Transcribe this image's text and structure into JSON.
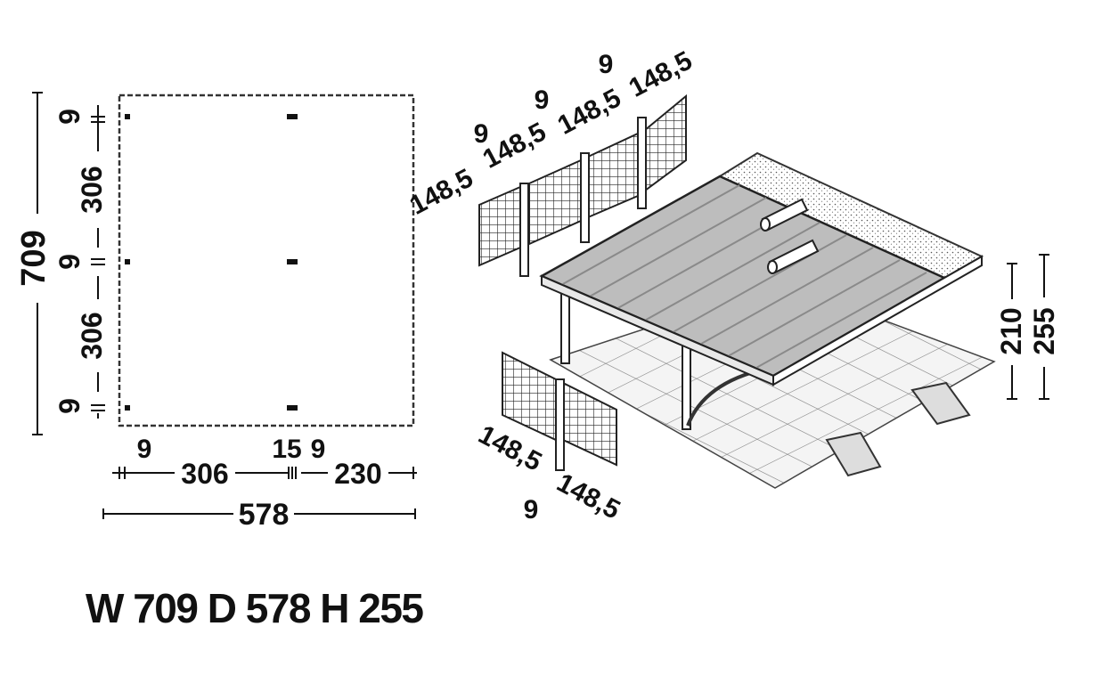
{
  "plan": {
    "left_dims": [
      "9",
      "306",
      "9",
      "306",
      "9"
    ],
    "total_depth": "709",
    "bottom_dims": [
      "9",
      "306",
      "15",
      "9",
      "230"
    ],
    "total_width": "578"
  },
  "iso": {
    "rear_wall_labels": [
      "9",
      "148,5",
      "9",
      "148,5",
      "148,5",
      "9",
      "148,5"
    ],
    "front_wall_labels": [
      "148,5",
      "9",
      "148,5"
    ],
    "height_labels": [
      "210",
      "255"
    ]
  },
  "caption": "W 709 D 578 H 255"
}
